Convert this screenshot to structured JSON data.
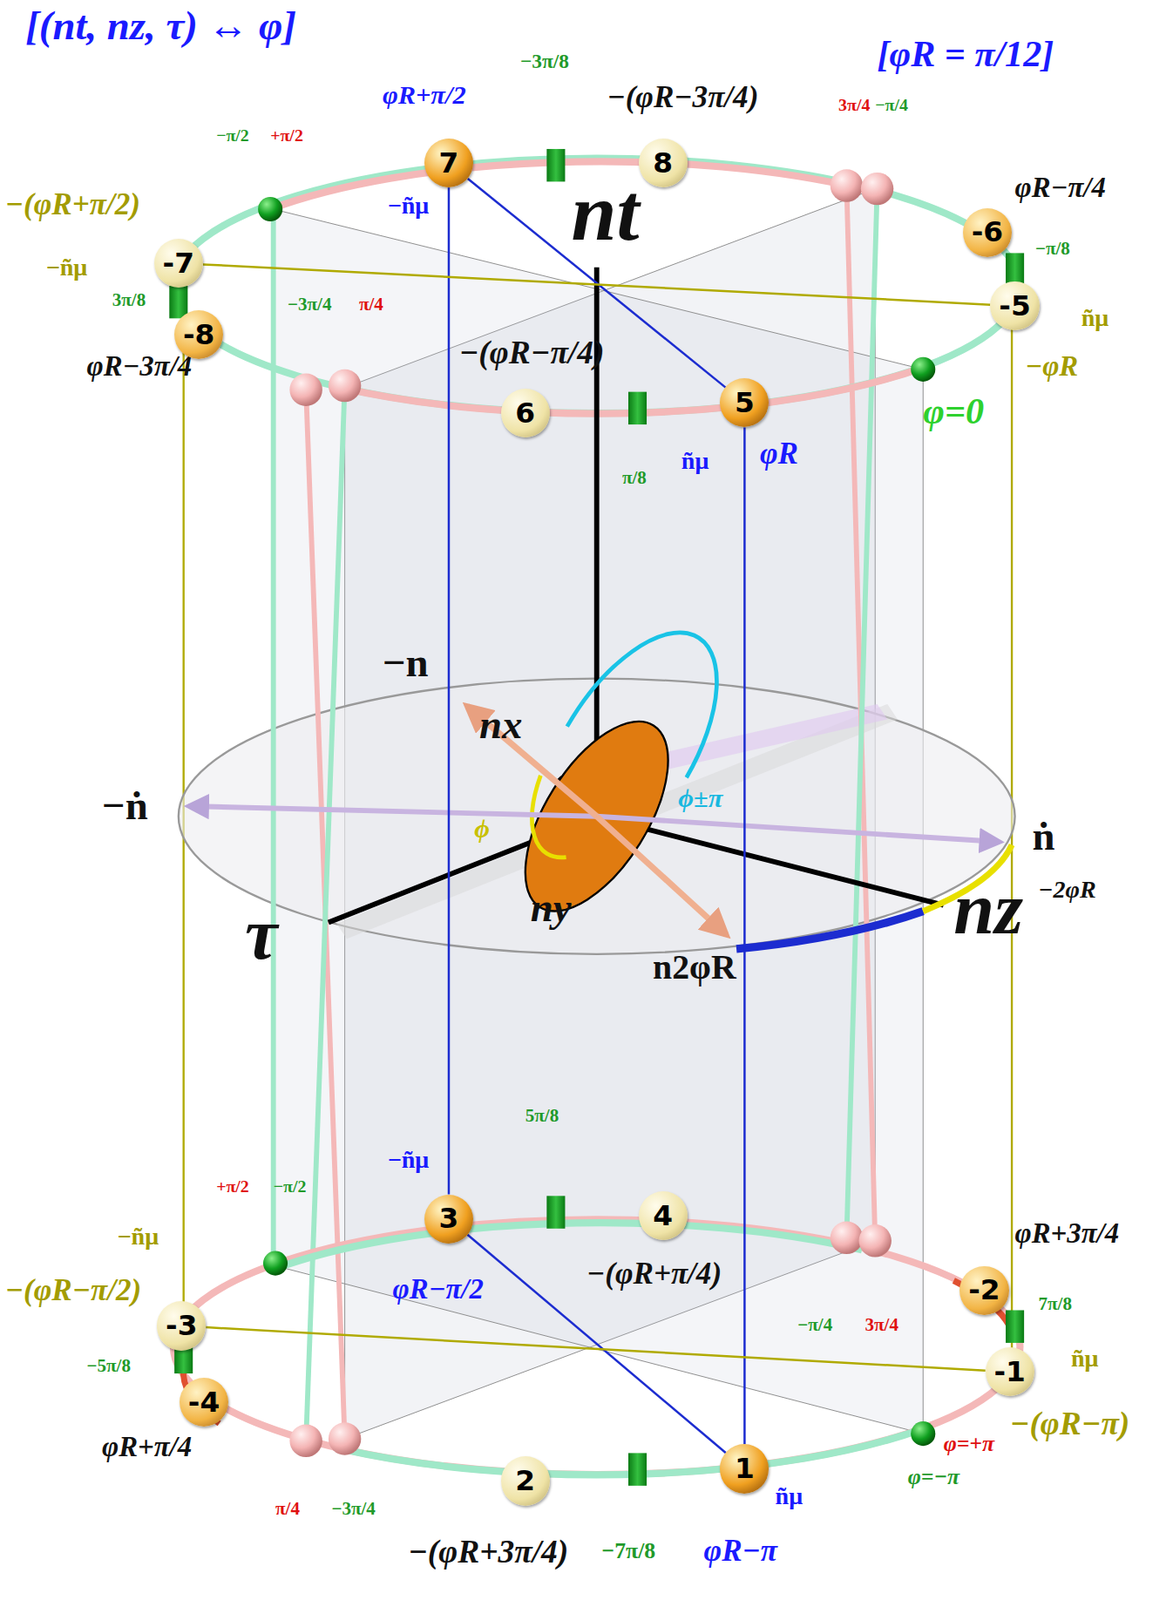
{
  "diagram": {
    "title": "[(nt, nz, τ) ↔ φ]",
    "nodes": [
      {
        "text": [
          "7"
        ]
      },
      {
        "text": [
          "8"
        ]
      },
      {
        "text": [
          "-6"
        ]
      },
      {
        "text": [
          "-7"
        ]
      },
      {
        "text": [
          "-5"
        ]
      },
      {
        "text": [
          "-8"
        ]
      },
      {
        "text": [
          "5"
        ]
      },
      {
        "text": [
          "6"
        ]
      },
      {
        "text": [
          "3"
        ]
      },
      {
        "text": [
          "4"
        ]
      },
      {
        "text": [
          "-2"
        ]
      },
      {
        "text": [
          "-3"
        ]
      },
      {
        "text": [
          "-1"
        ]
      },
      {
        "text": [
          "-4"
        ]
      },
      {
        "text": [
          "1"
        ]
      },
      {
        "text": [
          "2"
        ]
      }
    ],
    "edges": [
      {
        "from": 0,
        "to": 6,
        "arrow": "none"
      },
      {
        "from": 8,
        "to": 14,
        "arrow": "none"
      },
      {
        "from": 0,
        "to": 8,
        "arrow": "none"
      },
      {
        "from": 6,
        "to": 14,
        "arrow": "none"
      },
      {
        "from": 3,
        "to": 4,
        "arrow": "none"
      },
      {
        "from": 11,
        "to": 12,
        "arrow": "none"
      }
    ],
    "labels": [
      "[φR = π/12]",
      "φR+π/2",
      "−3π/8",
      "−(φR−3π/4)",
      "3π/4",
      "−π/4",
      "φR−π/4",
      "−π/2",
      "+π/2",
      "−(φR+π/2)",
      "−ñμ",
      "−ñμ",
      "nt",
      "−π/8",
      "ñμ",
      "−φR",
      "φ=0",
      "3π/8",
      "φR−3π/4",
      "−3π/4",
      "π/4",
      "−(φR−π/4)",
      "π/8",
      "ñμ",
      "φR",
      "−n",
      "nx",
      "−ṅ",
      "ϕ",
      "ϕ±π",
      "ṅ",
      "−2φR",
      "nz",
      "τ",
      "ny",
      "n2φR",
      "5π/8",
      "−ñμ",
      "+π/2",
      "−π/2",
      "−ñμ",
      "−(φR−π/2)",
      "φR−π/2",
      "−(φR+π/4)",
      "φR+3π/4",
      "7π/8",
      "ñμ",
      "−(φR−π)",
      "−π/4",
      "3π/4",
      "−5π/8",
      "φR+π/4",
      "φ=+π",
      "φ=−π",
      "π/4",
      "−3π/4",
      "−(φR+3π/4)",
      "−7π/8",
      "φR−π",
      "ñμ"
    ]
  }
}
